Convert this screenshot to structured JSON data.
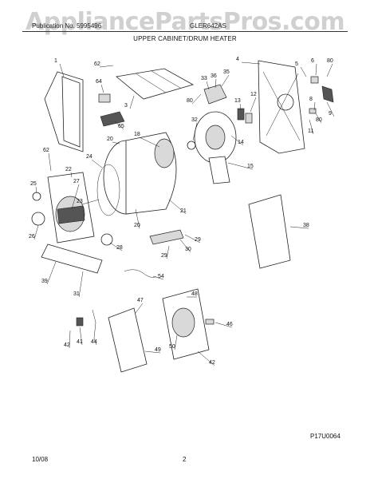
{
  "watermark": "AppliancePartsPros.com",
  "header": {
    "left": "Publication No. 5995496",
    "right": "GLER642AS",
    "title": "UPPER CABINET/DRUM HEATER"
  },
  "figure_code": "P17U0064",
  "footer": {
    "date": "10/08",
    "page": "2"
  },
  "callouts": [
    "1",
    "62",
    "3",
    "64",
    "65",
    "4",
    "5",
    "6",
    "80",
    "33",
    "36",
    "35",
    "80",
    "13",
    "12",
    "8",
    "80",
    "9",
    "11",
    "32",
    "14",
    "15",
    "18",
    "20",
    "24",
    "22",
    "27",
    "25",
    "26",
    "23",
    "21",
    "20",
    "28",
    "62",
    "38",
    "29",
    "30",
    "29",
    "39",
    "31",
    "54",
    "47",
    "48",
    "46",
    "42",
    "41",
    "44",
    "49",
    "50",
    "42"
  ]
}
